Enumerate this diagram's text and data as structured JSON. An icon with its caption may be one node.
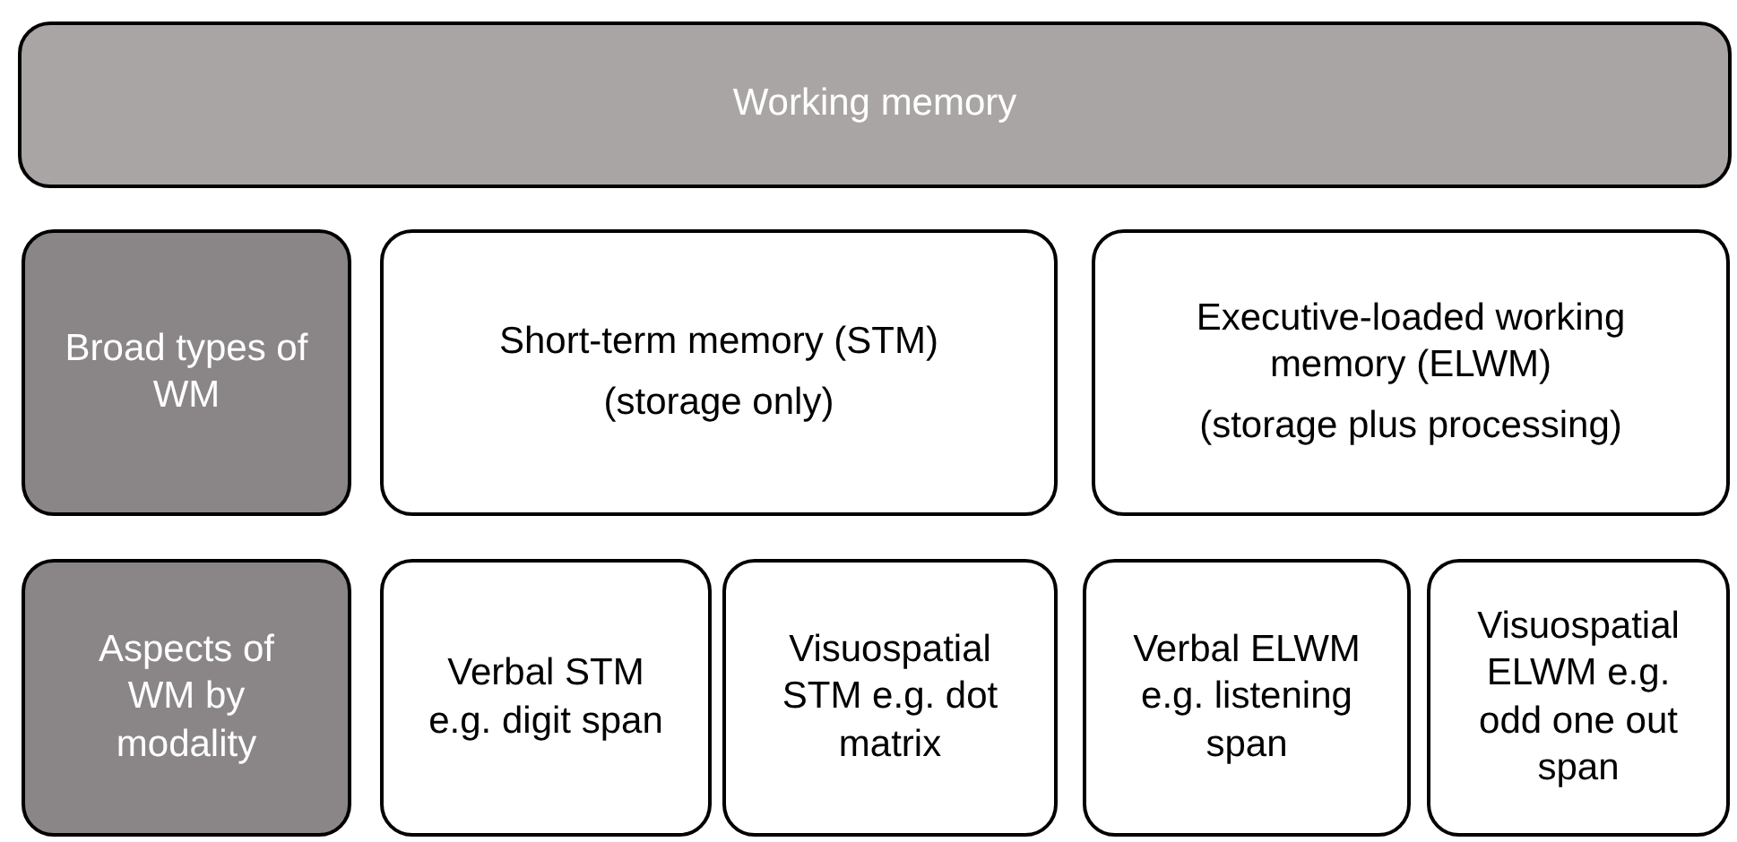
{
  "diagram": {
    "nodes": [
      {
        "text": [
          "Working memory"
        ]
      },
      {
        "text": [
          "Broad types of WM"
        ]
      },
      {
        "text": [
          "Short-term memory (STM)",
          "(storage only)"
        ]
      },
      {
        "text": [
          "Executive-loaded working memory (ELWM)",
          "(storage plus processing)"
        ]
      },
      {
        "text": [
          "Aspects of WM by modality"
        ]
      },
      {
        "text": [
          "Verbal STM e.g. digit span"
        ]
      },
      {
        "text": [
          "Visuospatial STM e.g. dot matrix"
        ]
      },
      {
        "text": [
          "Verbal ELWM e.g. listening span"
        ]
      },
      {
        "text": [
          "Visuospatial ELWM e.g. odd one out span"
        ]
      }
    ]
  }
}
